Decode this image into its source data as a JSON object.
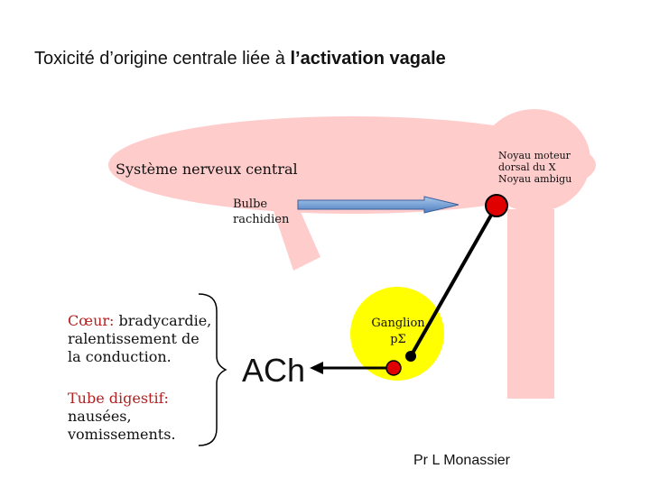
{
  "title": {
    "part1": "Toxicité d’origine centrale liée à ",
    "part2": "l’activation vagale"
  },
  "labels": {
    "cns": "Système nerveux central",
    "bulbe": "Bulbe rachidien",
    "noyau": "Noyau moteur dorsal du X Noyau ambigu",
    "ganglion": "Ganglion pΣ",
    "ach": "ACh",
    "coeur_label": "Cœur:",
    "coeur_text": " bradycardie, ralentissement de la conduction.",
    "tube_label": "Tube digestif:",
    "tube_text": " nausées, vomissements."
  },
  "author": "Pr L Monassier",
  "colors": {
    "brain": "#ffcccc",
    "ganglion": "#ffff00",
    "arrow_blue": "#6f9fd8",
    "node_red": "#e00000"
  }
}
